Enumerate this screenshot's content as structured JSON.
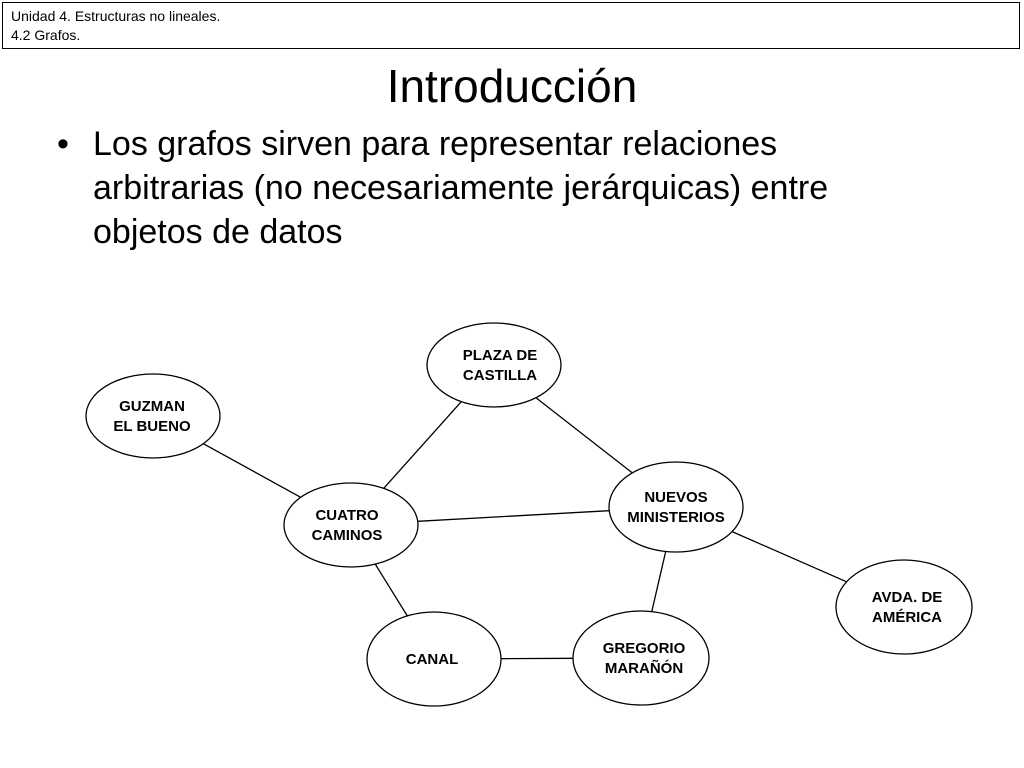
{
  "header": {
    "line1": "Unidad 4. Estructuras no lineales.",
    "line2": "4.2 Grafos."
  },
  "title": "Introducción",
  "bullets": [
    {
      "lines": [
        "Los grafos sirven para representar relaciones",
        "arbitrarias (no necesariamente jerárquicas) entre",
        "objetos de datos"
      ]
    }
  ],
  "graph": {
    "nodes": [
      {
        "id": "plaza",
        "lines": [
          "PLAZA DE",
          "CASTILLA"
        ]
      },
      {
        "id": "guzman",
        "lines": [
          "GUZMAN",
          "EL BUENO"
        ]
      },
      {
        "id": "cuatro",
        "lines": [
          "CUATRO",
          "CAMINOS"
        ]
      },
      {
        "id": "nuevos",
        "lines": [
          "NUEVOS",
          "MINISTERIOS"
        ]
      },
      {
        "id": "avda",
        "lines": [
          "AVDA. DE",
          "AMÉRICA"
        ]
      },
      {
        "id": "canal",
        "lines": [
          "CANAL"
        ]
      },
      {
        "id": "gregorio",
        "lines": [
          "GREGORIO",
          "MARAÑÓN"
        ]
      }
    ],
    "edges": [
      [
        "guzman",
        "cuatro"
      ],
      [
        "cuatro",
        "plaza"
      ],
      [
        "plaza",
        "nuevos"
      ],
      [
        "cuatro",
        "nuevos"
      ],
      [
        "nuevos",
        "avda"
      ],
      [
        "cuatro",
        "canal"
      ],
      [
        "canal",
        "gregorio"
      ],
      [
        "gregorio",
        "nuevos"
      ]
    ]
  }
}
